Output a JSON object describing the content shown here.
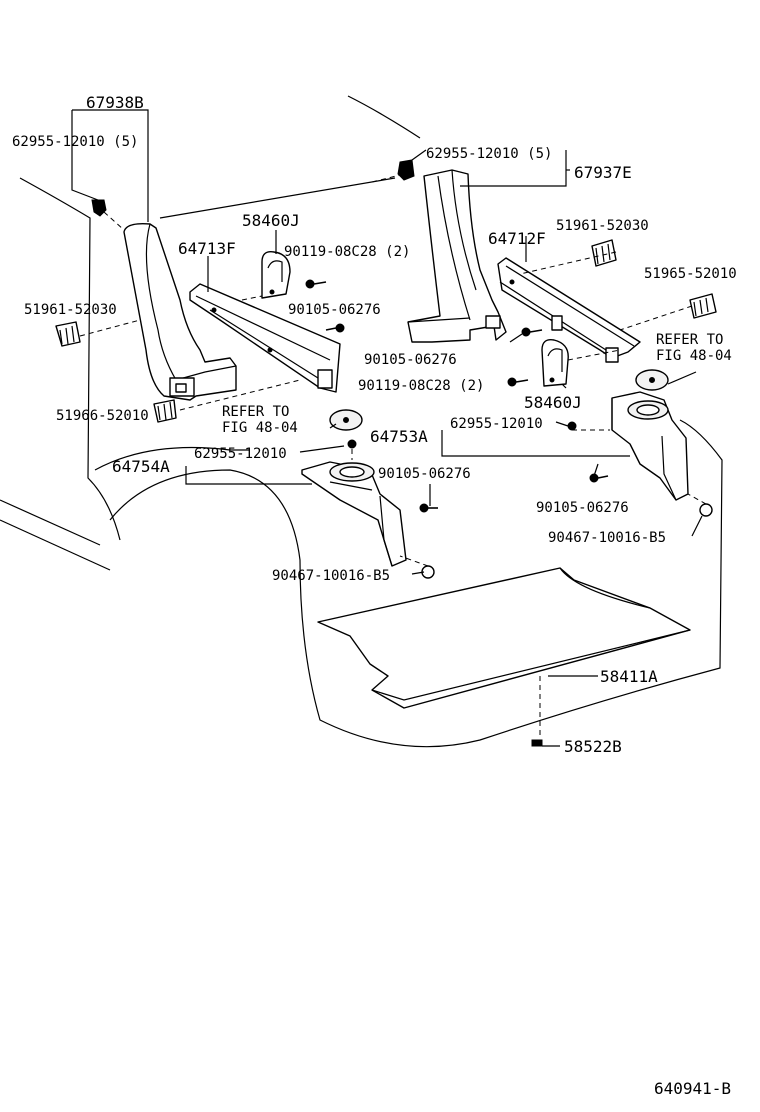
{
  "labels": {
    "p67938B": "67938B",
    "p62955_left": "62955-12010 (5)",
    "p62955_right": "62955-12010 (5)",
    "p67937E": "67937E",
    "p58460J_top": "58460J",
    "p64713F": "64713F",
    "p90119_left": "90119-08C28 (2)",
    "p90105_a": "90105-06276",
    "p51961_left": "51961-52030",
    "p51961_right": "51961-52030",
    "p64712F": "64712F",
    "p51965": "51965-52010",
    "refer_right_1": "REFER TO",
    "refer_right_2": "FIG 48-04",
    "p90105_b": "90105-06276",
    "p90119_right": "90119-08C28 (2)",
    "p58460J_mid": "58460J",
    "p51966": "51966-52010",
    "refer_left_1": "REFER TO",
    "refer_left_2": "FIG 48-04",
    "p64753A": "64753A",
    "p62955_mid_right": "62955-12010",
    "p64754A": "64754A",
    "p62955_mid_left": "62955-12010",
    "p90105_c": "90105-06276",
    "p90105_d": "90105-06276",
    "p90467_right": "90467-10016-B5",
    "p90467_left": "90467-10016-B5",
    "p58411A": "58411A",
    "p58522B": "58522B",
    "figure_id": "640941-B"
  }
}
